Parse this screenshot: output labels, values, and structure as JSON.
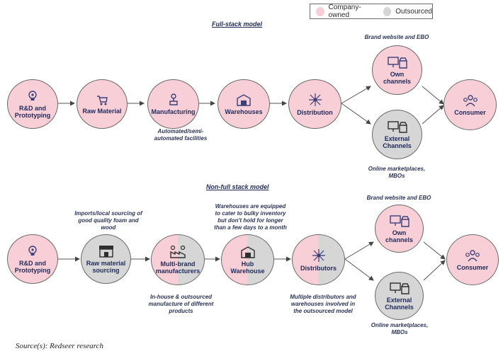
{
  "legend": {
    "company_owned": "Company-owned",
    "outsourced": "Outsourced",
    "colors": {
      "company_owned": "#f8cfd6",
      "outsourced": "#d6d6d6"
    }
  },
  "full_stack": {
    "title": "Full-stack model",
    "nodes": {
      "rnd": "R&D and\nPrototyping",
      "raw_material": "Raw Material",
      "manufacturing": "Manufacturing",
      "warehouses": "Warehouses",
      "distribution": "Distribution",
      "own_channels": "Own\nchannels",
      "external_channels": "External\nChannels",
      "consumer": "Consumer"
    },
    "notes": {
      "manufacturing": "Automated/semi-\nautomated facilities",
      "own_channels": "Brand website and EBO",
      "external_channels": "Online marketplaces,\nMBOs"
    }
  },
  "non_full_stack": {
    "title": "Non-full stack model",
    "nodes": {
      "rnd": "R&D and\nPrototyping",
      "raw_material": "Raw material\nsourcing",
      "manufacturers": "Multi-brand\nmanufacturers",
      "hub": "Hub\nWarehouse",
      "distributors": "Distributors",
      "own_channels": "Own\nchannels",
      "external_channels": "External\nChannels",
      "consumer": "Consumer"
    },
    "notes": {
      "raw_material": "Imports/local sourcing of\ngood quality foam and\nwood",
      "hub": "Warehouses are equipped\nto cater to bulky inventory\nbut don't hold for longer\nthan a few days to a month",
      "manufacturers": "In-house & outsourced\nmanufacture of different\nproducts",
      "distributors": "Multiple distributors and\nwarehouses involved in\nthe outsourced model",
      "own_channels": "Brand website and EBO",
      "external_channels": "Online marketplaces,\nMBOs"
    }
  },
  "source": "Source(s): Redseer research",
  "icons": [
    "lightbulb-gear-icon",
    "materials-cart-icon",
    "robot-arm-icon",
    "warehouse-icon",
    "network-hub-icon",
    "web-store-icon",
    "store-icon",
    "consumer-group-icon",
    "storefront-icon",
    "factory-people-icon",
    "hub-warehouse-icon"
  ]
}
